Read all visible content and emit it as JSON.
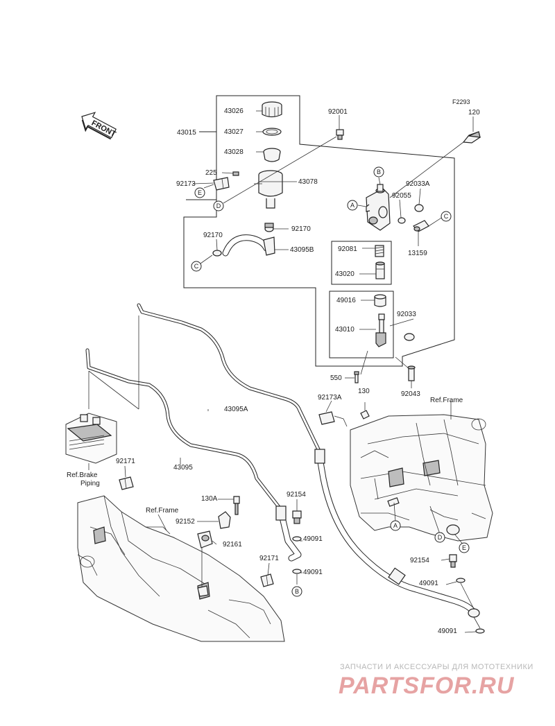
{
  "figure_code": "F2293",
  "front_label": "FRONT",
  "refs": {
    "brake_piping_line1": "Ref.Brake",
    "brake_piping_line2": "Piping",
    "frame_right": "Ref.Frame",
    "frame_left": "Ref.Frame"
  },
  "parts": {
    "p43026": "43026",
    "p43027": "43027",
    "p43028": "43028",
    "p43015": "43015",
    "p225": "225",
    "p92173": "92173",
    "p43078": "43078",
    "p92001": "92001",
    "p120": "120",
    "p92033A": "92033A",
    "p92055": "92055",
    "p13159": "13159",
    "p92170_a": "92170",
    "p92170_b": "92170",
    "p43095B": "43095B",
    "p92081": "92081",
    "p43020": "43020",
    "p49016": "49016",
    "p92033": "92033",
    "p43010": "43010",
    "p550": "550",
    "p92043": "92043",
    "p92173A": "92173A",
    "p130": "130",
    "p43095A": "43095A",
    "p43095": "43095",
    "p92171_a": "92171",
    "p130A": "130A",
    "p92152": "92152",
    "p92161": "92161",
    "p92154_a": "92154",
    "p49091_a": "49091",
    "p49091_b": "49091",
    "p92171_b": "92171",
    "p92154_b": "92154",
    "p49091_c": "49091",
    "p49091_d": "49091"
  },
  "markers": {
    "B_top": "B",
    "A_mc": "A",
    "C_right": "C",
    "E_left": "E",
    "D_left": "D",
    "C_left": "C",
    "A_frame": "A",
    "D_frame": "D",
    "E_frame": "E",
    "B_bottom": "B"
  },
  "watermark": {
    "line1": "ЗАПЧАСТИ И АКСЕССУАРЫ ДЛЯ МОТОТЕХНИКИ",
    "line2": "PARTSFOR.RU"
  }
}
